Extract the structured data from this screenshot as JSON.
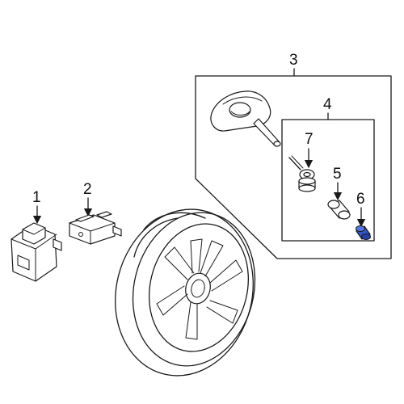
{
  "callouts": {
    "c1": "1",
    "c2": "2",
    "c3": "3",
    "c4": "4",
    "c5": "5",
    "c6": "6",
    "c7": "7"
  },
  "highlight_color": "#3355cc"
}
